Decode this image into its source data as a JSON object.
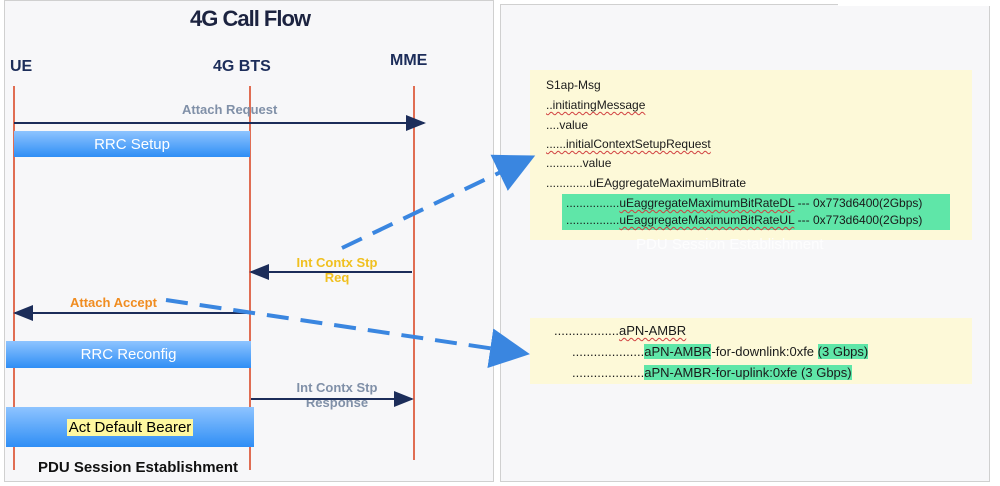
{
  "left": {
    "title": "4G Call Flow",
    "nodes": {
      "ue": "UE",
      "bts": "4G BTS",
      "mme": "MME"
    },
    "messages": {
      "attach_request": "Attach Request",
      "rrc_setup": "RRC Setup",
      "int_contx_req_line1": "Int Contx Stp",
      "int_contx_req_line2": "Req",
      "attach_accept": "Attach Accept",
      "rrc_reconfig": "RRC Reconfig",
      "int_contx_resp_line1": "Int Contx Stp",
      "int_contx_resp_line2": "Response",
      "act_default_bearer": "Act Default Bearer"
    },
    "footer": "PDU Session Establishment"
  },
  "right": {
    "s1ap": {
      "lines": [
        "S1ap-Msg",
        "..initiatingMessage",
        "....value",
        "......initialContextSetupRequest",
        "...........value",
        ".............uEAggregateMaximumBitrate"
      ],
      "dl_prefix": "................",
      "dl_name": "uEaggregateMaximumBitRateDL",
      "dl_value": " --- 0x773d6400(2Gbps)",
      "ul_prefix": "................",
      "ul_name": "uEaggregateMaximumBitRateUL",
      "ul_value": " --- 0x773d6400(2Gbps)"
    },
    "ghost_text": "PDU Session Establishment",
    "apn": {
      "header_dots": "..................",
      "header_name": "aPN-AMBR",
      "dl_dots": "....................",
      "dl_name": "aPN-AMBR",
      "dl_suffix": "-for-downlink:0xfe ",
      "dl_value": "(3 Gbps)",
      "ul_dots": "....................",
      "ul_name": "aPN-AMBR-for-uplink:0xfe ",
      "ul_value": "(3 Gbps)"
    }
  },
  "colors": {
    "lifeline": "#e06d53",
    "arrow": "#1c2d5a",
    "dashed": "#3a86e0",
    "highlight_green": "#5fe6a8",
    "code_bg": "#fdf9d8"
  }
}
